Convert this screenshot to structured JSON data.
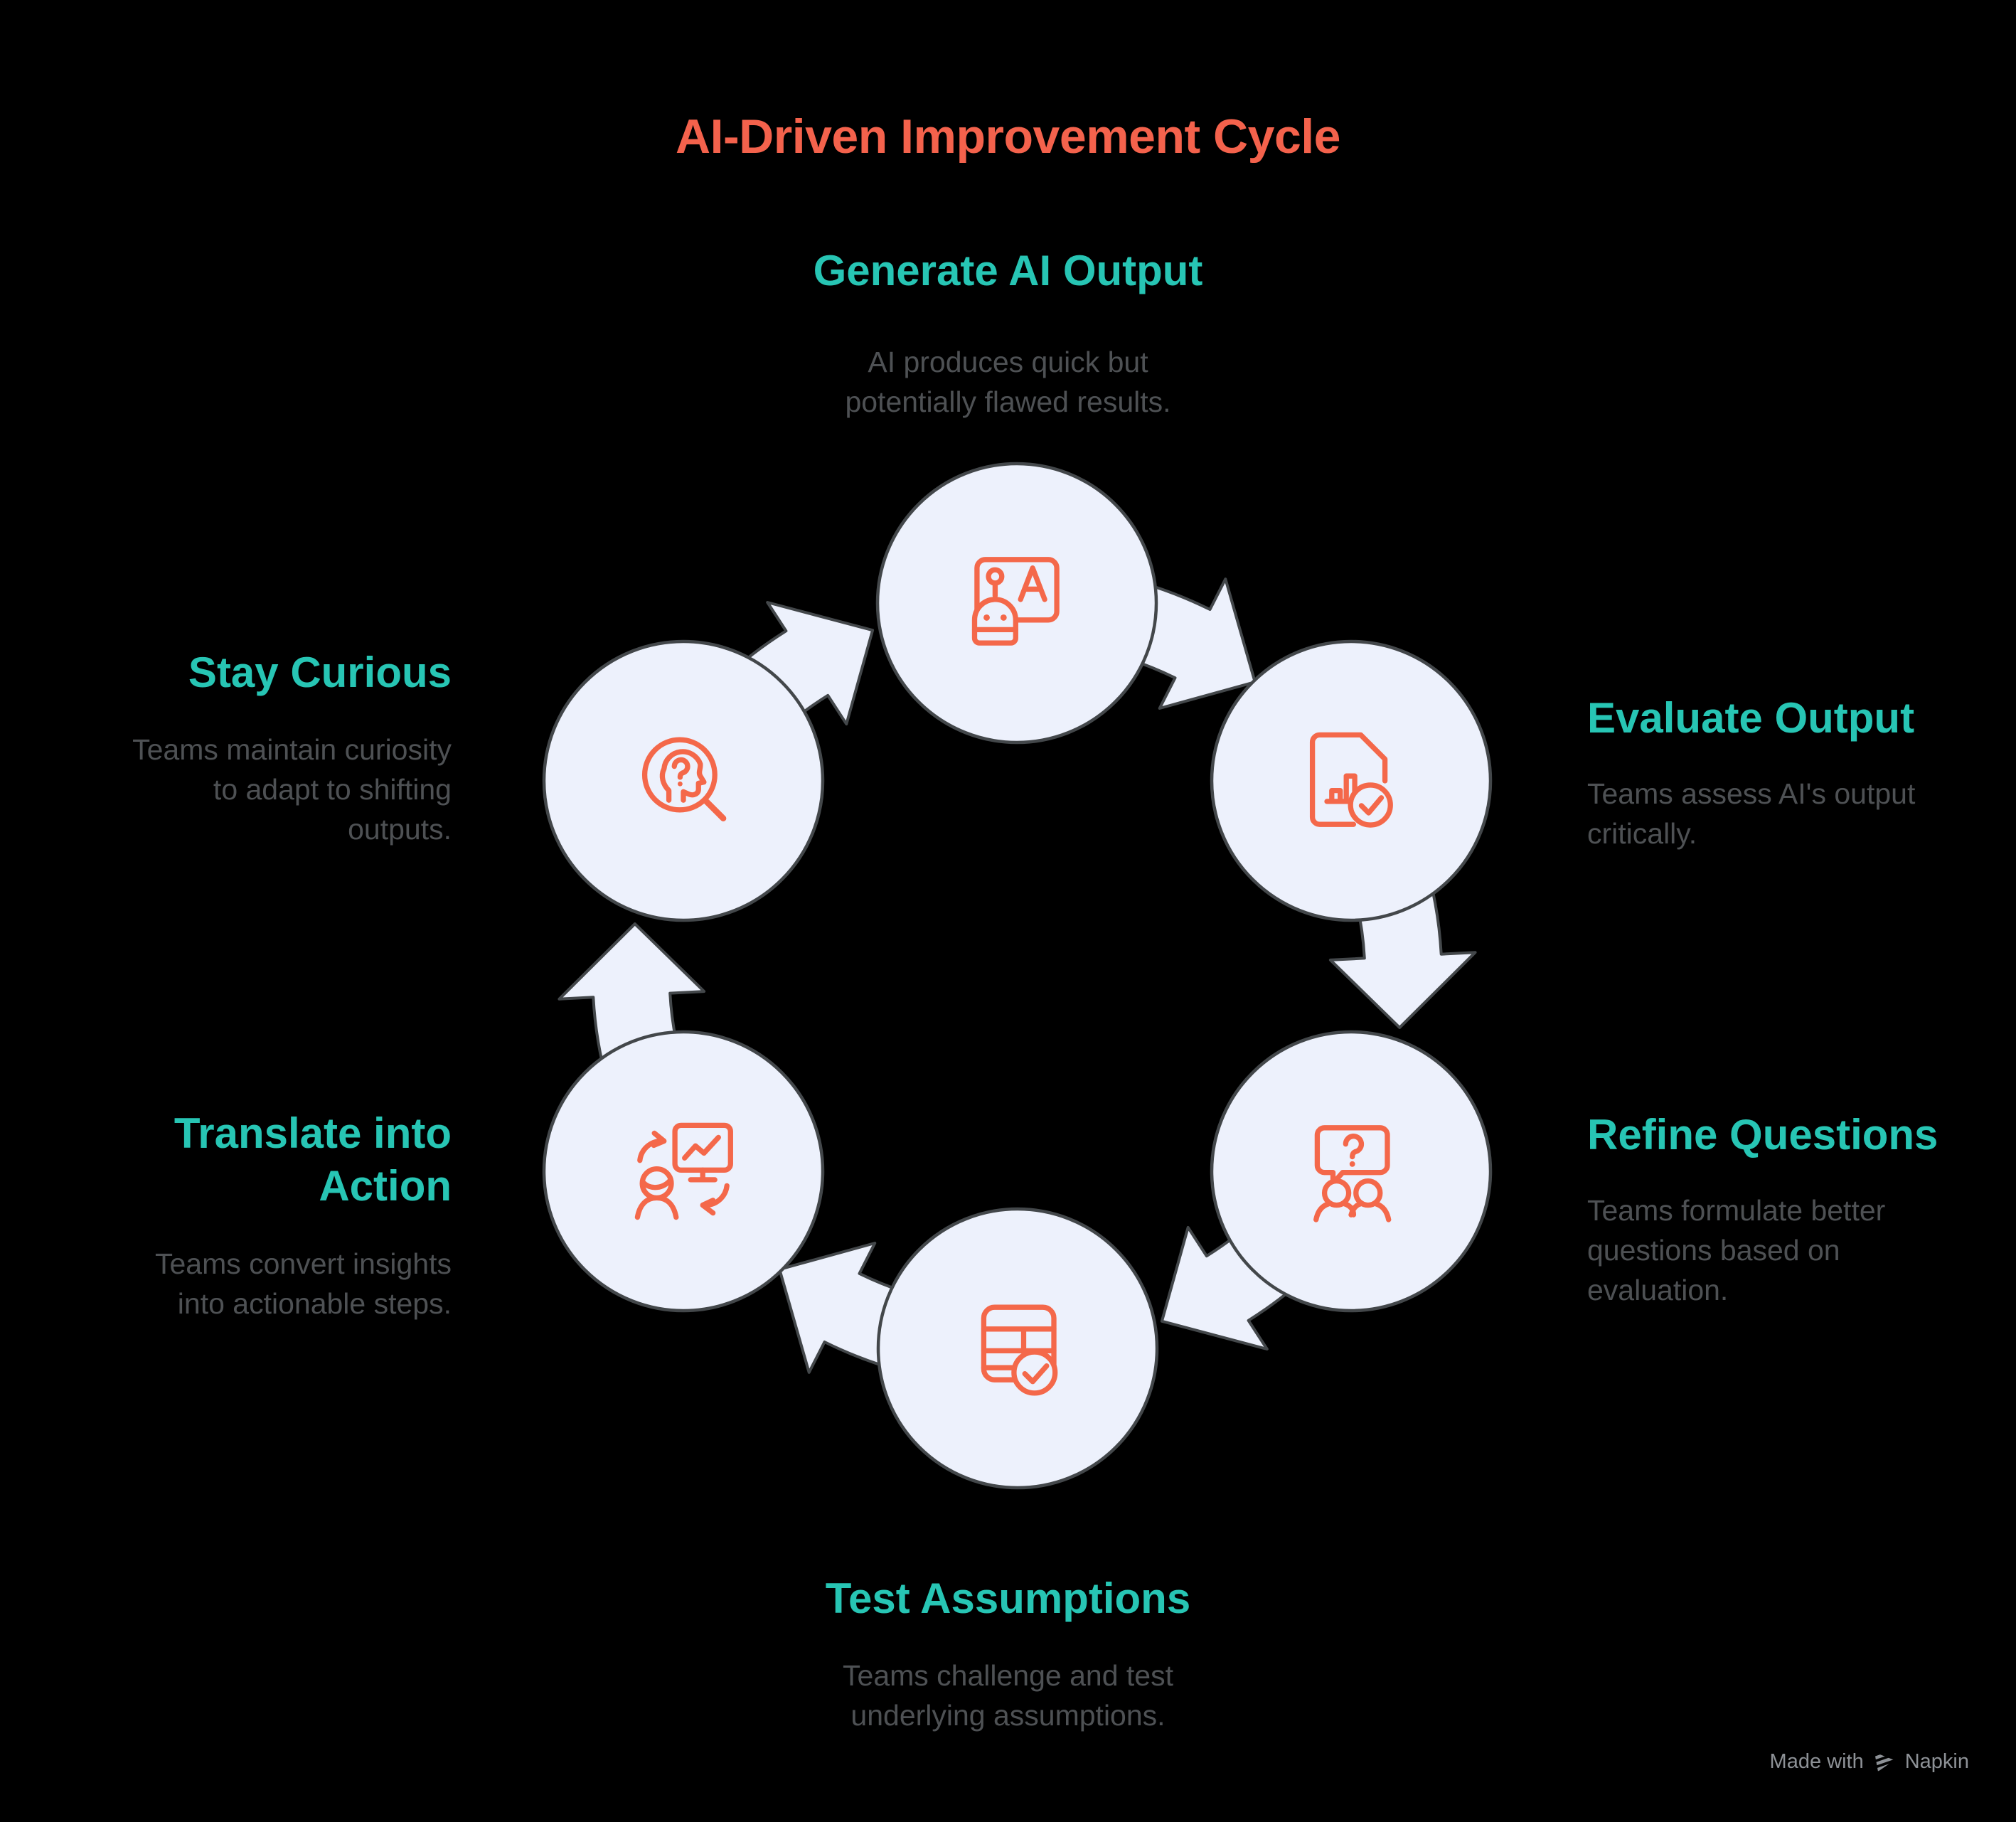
{
  "colors": {
    "background": "#000000",
    "coral": "#f4624c",
    "icon-coral": "#f4684a",
    "teal": "#27c5b4",
    "desc-gray": "#4e5154",
    "circle-fill": "#edf1fc",
    "outline": "#43474a",
    "footer-gray": "#8d9196"
  },
  "title": {
    "text": "AI-Driven Improvement Cycle"
  },
  "nodes": [
    {
      "id": "generate-ai-output",
      "label": "Generate AI Output",
      "description": "AI produces quick but\npotentially flawed results.",
      "icon": "robot-presentation-icon"
    },
    {
      "id": "evaluate-output",
      "label": "Evaluate Output",
      "description": "Teams assess AI's output\ncritically.",
      "icon": "document-chart-check-icon"
    },
    {
      "id": "refine-questions",
      "label": "Refine Questions",
      "description": "Teams formulate better\nquestions based on\nevaluation.",
      "icon": "question-speech-people-icon"
    },
    {
      "id": "test-assumptions",
      "label": "Test Assumptions",
      "description": "Teams challenge and test\nunderlying assumptions.",
      "icon": "table-check-icon"
    },
    {
      "id": "translate-into-action",
      "label": "Translate into\nAction",
      "description": "Teams convert insights\ninto actionable steps.",
      "icon": "person-monitor-sync-icon"
    },
    {
      "id": "stay-curious",
      "label": "Stay Curious",
      "description": "Teams maintain curiosity\nto adapt to shifting\noutputs.",
      "icon": "head-question-magnifier-icon"
    }
  ],
  "footer": {
    "made_with": "Made with",
    "brand": "Napkin"
  }
}
